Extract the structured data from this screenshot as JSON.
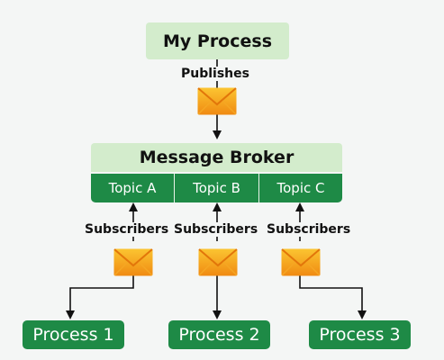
{
  "nodes": {
    "my_process": "My Process",
    "broker": "Message Broker",
    "topics": [
      "Topic A",
      "Topic B",
      "Topic C"
    ],
    "processes": [
      "Process 1",
      "Process 2",
      "Process 3"
    ]
  },
  "labels": {
    "publishes": "Publishes",
    "subscribers": [
      "Subscribers",
      "Subscribers",
      "Subscribers"
    ]
  },
  "icons": {
    "message": "envelope-icon"
  },
  "colors": {
    "light_box": "#d3eccc",
    "dark_box": "#1e8a46",
    "envelope": "#f5a623",
    "line": "#111111"
  }
}
